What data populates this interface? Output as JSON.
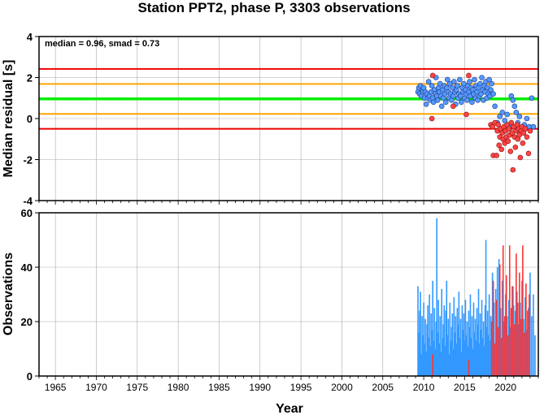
{
  "title": "Station PPT2, phase P, 3303 observations",
  "xlabel": "Year",
  "x_ticks": [
    1965,
    1970,
    1975,
    1980,
    1985,
    1990,
    1995,
    2000,
    2005,
    2010,
    2015,
    2020
  ],
  "colors": {
    "median": "#00ee00",
    "smad": "#ffa500",
    "limit": "#ee0000",
    "blue": "#3399ff",
    "red": "#ff3333"
  },
  "chart_data": [
    {
      "type": "scatter",
      "ylabel": "Median residual [s]",
      "annotation": "median = 0.96, smad = 0.73",
      "xlim": [
        1963,
        2024
      ],
      "ylim": [
        -4,
        4
      ],
      "y_ticks": [
        -4,
        -2,
        0,
        2,
        4
      ],
      "grid": true,
      "hlines": {
        "median": 0.96,
        "smad_upper": 1.69,
        "smad_lower": 0.23,
        "limit_upper": 2.42,
        "limit_lower": -0.5
      },
      "blue_points": [
        [
          2009.3,
          1.3
        ],
        [
          2009.4,
          1.5
        ],
        [
          2009.5,
          1.2
        ],
        [
          2009.6,
          1.6
        ],
        [
          2009.7,
          1.1
        ],
        [
          2009.8,
          1.4
        ],
        [
          2009.9,
          1.3
        ],
        [
          2010.0,
          1.5
        ],
        [
          2010.1,
          1.0
        ],
        [
          2010.2,
          1.3
        ],
        [
          2010.3,
          0.7
        ],
        [
          2010.4,
          1.2
        ],
        [
          2010.5,
          1.0
        ],
        [
          2010.6,
          1.8
        ],
        [
          2010.7,
          1.1
        ],
        [
          2010.8,
          0.9
        ],
        [
          2010.9,
          1.3
        ],
        [
          2011.0,
          1.6
        ],
        [
          2011.1,
          1.0
        ],
        [
          2011.2,
          0.8
        ],
        [
          2011.3,
          1.4
        ],
        [
          2011.4,
          1.2
        ],
        [
          2011.5,
          2.0
        ],
        [
          2011.6,
          1.1
        ],
        [
          2011.7,
          0.9
        ],
        [
          2011.8,
          1.5
        ],
        [
          2011.9,
          1.3
        ],
        [
          2012.0,
          1.7
        ],
        [
          2012.1,
          1.1
        ],
        [
          2012.2,
          0.6
        ],
        [
          2012.3,
          1.4
        ],
        [
          2012.4,
          1.0
        ],
        [
          2012.5,
          1.6
        ],
        [
          2012.6,
          1.2
        ],
        [
          2012.7,
          0.8
        ],
        [
          2012.8,
          1.5
        ],
        [
          2012.9,
          1.9
        ],
        [
          2013.0,
          1.3
        ],
        [
          2013.1,
          1.0
        ],
        [
          2013.2,
          1.7
        ],
        [
          2013.3,
          1.2
        ],
        [
          2013.4,
          0.9
        ],
        [
          2013.5,
          1.5
        ],
        [
          2013.6,
          1.1
        ],
        [
          2013.7,
          1.8
        ],
        [
          2013.8,
          1.3
        ],
        [
          2013.9,
          0.7
        ],
        [
          2014.0,
          1.4
        ],
        [
          2014.1,
          1.6
        ],
        [
          2014.2,
          1.0
        ],
        [
          2014.3,
          1.2
        ],
        [
          2014.4,
          1.9
        ],
        [
          2014.5,
          1.1
        ],
        [
          2014.6,
          0.8
        ],
        [
          2014.7,
          1.5
        ],
        [
          2014.8,
          1.3
        ],
        [
          2014.9,
          1.7
        ],
        [
          2015.0,
          1.0
        ],
        [
          2015.1,
          1.4
        ],
        [
          2015.2,
          1.2
        ],
        [
          2015.3,
          0.9
        ],
        [
          2015.4,
          1.6
        ],
        [
          2015.5,
          1.3
        ],
        [
          2015.6,
          1.8
        ],
        [
          2015.7,
          1.1
        ],
        [
          2015.8,
          1.5
        ],
        [
          2015.9,
          0.8
        ],
        [
          2016.0,
          1.4
        ],
        [
          2016.1,
          1.2
        ],
        [
          2016.2,
          1.9
        ],
        [
          2016.3,
          1.0
        ],
        [
          2016.4,
          1.6
        ],
        [
          2016.5,
          1.3
        ],
        [
          2016.6,
          0.9
        ],
        [
          2016.7,
          1.5
        ],
        [
          2016.8,
          1.1
        ],
        [
          2016.9,
          1.7
        ],
        [
          2017.0,
          1.2
        ],
        [
          2017.1,
          2.0
        ],
        [
          2017.2,
          1.4
        ],
        [
          2017.3,
          0.9
        ],
        [
          2017.4,
          1.6
        ],
        [
          2017.5,
          1.3
        ],
        [
          2017.6,
          1.8
        ],
        [
          2017.7,
          1.0
        ],
        [
          2017.8,
          1.5
        ],
        [
          2017.9,
          1.2
        ],
        [
          2018.0,
          1.9
        ],
        [
          2018.1,
          1.1
        ],
        [
          2018.2,
          1.4
        ],
        [
          2018.3,
          1.7
        ],
        [
          2018.5,
          1.2
        ],
        [
          2018.7,
          0.6
        ],
        [
          2019.0,
          -0.2
        ],
        [
          2019.3,
          0.1
        ],
        [
          2019.6,
          0.3
        ],
        [
          2019.9,
          -0.1
        ],
        [
          2020.2,
          0.2
        ],
        [
          2020.5,
          -0.4
        ],
        [
          2020.7,
          1.1
        ],
        [
          2020.9,
          0.9
        ],
        [
          2021.1,
          0.6
        ],
        [
          2021.3,
          0.3
        ],
        [
          2021.5,
          -0.2
        ],
        [
          2021.7,
          0.1
        ],
        [
          2022.0,
          -0.5
        ],
        [
          2022.3,
          -0.3
        ],
        [
          2022.6,
          0.0
        ],
        [
          2022.9,
          -0.4
        ],
        [
          2023.2,
          1.0
        ],
        [
          2023.4,
          -0.4
        ]
      ],
      "red_points": [
        [
          2011.0,
          0.0
        ],
        [
          2011.1,
          2.1
        ],
        [
          2013.6,
          0.6
        ],
        [
          2015.2,
          0.2
        ],
        [
          2015.5,
          2.1
        ],
        [
          2018.2,
          -0.3
        ],
        [
          2018.4,
          -0.4
        ],
        [
          2018.5,
          -1.8
        ],
        [
          2018.7,
          -0.2
        ],
        [
          2018.9,
          -1.8
        ],
        [
          2019.0,
          -0.6
        ],
        [
          2019.1,
          -0.3
        ],
        [
          2019.2,
          -1.3
        ],
        [
          2019.3,
          -0.9
        ],
        [
          2019.4,
          -0.5
        ],
        [
          2019.5,
          -1.5
        ],
        [
          2019.6,
          -0.7
        ],
        [
          2019.7,
          -1.0
        ],
        [
          2019.8,
          -0.4
        ],
        [
          2019.9,
          -1.2
        ],
        [
          2020.0,
          -0.6
        ],
        [
          2020.1,
          -0.9
        ],
        [
          2020.2,
          -0.3
        ],
        [
          2020.3,
          -1.1
        ],
        [
          2020.4,
          -0.5
        ],
        [
          2020.5,
          -0.8
        ],
        [
          2020.6,
          -1.6
        ],
        [
          2020.7,
          -0.2
        ],
        [
          2020.8,
          -0.7
        ],
        [
          2020.9,
          -2.5
        ],
        [
          2021.0,
          -0.4
        ],
        [
          2021.1,
          -0.9
        ],
        [
          2021.2,
          -1.4
        ],
        [
          2021.3,
          -0.6
        ],
        [
          2021.4,
          -0.3
        ],
        [
          2021.5,
          -1.0
        ],
        [
          2021.6,
          -0.5
        ],
        [
          2021.7,
          -0.8
        ],
        [
          2021.8,
          -1.9
        ],
        [
          2021.9,
          -0.6
        ],
        [
          2022.0,
          -0.4
        ],
        [
          2022.1,
          -1.2
        ],
        [
          2022.2,
          -0.7
        ],
        [
          2022.4,
          -0.5
        ],
        [
          2022.6,
          -0.9
        ],
        [
          2022.8,
          -1.7
        ],
        [
          2023.0,
          -0.6
        ]
      ]
    },
    {
      "type": "bar",
      "ylabel": "Observations",
      "xlim": [
        1963,
        2024
      ],
      "ylim": [
        0,
        60
      ],
      "y_ticks": [
        0,
        20,
        40,
        60
      ],
      "grid": true,
      "blue_bars": [
        [
          2009.3,
          33
        ],
        [
          2009.4,
          16
        ],
        [
          2009.5,
          24
        ],
        [
          2009.6,
          31
        ],
        [
          2009.7,
          8
        ],
        [
          2009.8,
          22
        ],
        [
          2009.9,
          15
        ],
        [
          2010.0,
          27
        ],
        [
          2010.1,
          12
        ],
        [
          2010.2,
          21
        ],
        [
          2010.3,
          9
        ],
        [
          2010.4,
          19
        ],
        [
          2010.5,
          26
        ],
        [
          2010.6,
          14
        ],
        [
          2010.7,
          30
        ],
        [
          2010.8,
          11
        ],
        [
          2010.9,
          23
        ],
        [
          2011.0,
          17
        ],
        [
          2011.1,
          35
        ],
        [
          2011.2,
          13
        ],
        [
          2011.3,
          25
        ],
        [
          2011.4,
          10
        ],
        [
          2011.5,
          20
        ],
        [
          2011.6,
          58
        ],
        [
          2011.7,
          16
        ],
        [
          2011.8,
          28
        ],
        [
          2011.9,
          12
        ],
        [
          2012.0,
          22
        ],
        [
          2012.1,
          9
        ],
        [
          2012.2,
          32
        ],
        [
          2012.3,
          14
        ],
        [
          2012.4,
          19
        ],
        [
          2012.5,
          26
        ],
        [
          2012.6,
          11
        ],
        [
          2012.7,
          24
        ],
        [
          2012.8,
          35
        ],
        [
          2012.9,
          15
        ],
        [
          2013.0,
          21
        ],
        [
          2013.1,
          8
        ],
        [
          2013.2,
          27
        ],
        [
          2013.3,
          13
        ],
        [
          2013.4,
          18
        ],
        [
          2013.5,
          23
        ],
        [
          2013.6,
          10
        ],
        [
          2013.7,
          29
        ],
        [
          2013.8,
          16
        ],
        [
          2013.9,
          22
        ],
        [
          2014.0,
          12
        ],
        [
          2014.1,
          25
        ],
        [
          2014.2,
          19
        ],
        [
          2014.3,
          31
        ],
        [
          2014.4,
          14
        ],
        [
          2014.5,
          21
        ],
        [
          2014.6,
          9
        ],
        [
          2014.7,
          26
        ],
        [
          2014.8,
          17
        ],
        [
          2014.9,
          23
        ],
        [
          2015.0,
          13
        ],
        [
          2015.1,
          28
        ],
        [
          2015.2,
          15
        ],
        [
          2015.3,
          20
        ],
        [
          2015.4,
          11
        ],
        [
          2015.5,
          24
        ],
        [
          2015.6,
          18
        ],
        [
          2015.7,
          30
        ],
        [
          2015.8,
          14
        ],
        [
          2015.9,
          22
        ],
        [
          2016.0,
          10
        ],
        [
          2016.1,
          27
        ],
        [
          2016.2,
          16
        ],
        [
          2016.3,
          21
        ],
        [
          2016.4,
          13
        ],
        [
          2016.5,
          25
        ],
        [
          2016.6,
          19
        ],
        [
          2016.7,
          32
        ],
        [
          2016.8,
          12
        ],
        [
          2016.9,
          23
        ],
        [
          2017.0,
          17
        ],
        [
          2017.1,
          28
        ],
        [
          2017.2,
          14
        ],
        [
          2017.3,
          20
        ],
        [
          2017.4,
          11
        ],
        [
          2017.5,
          26
        ],
        [
          2017.6,
          50
        ],
        [
          2017.7,
          18
        ],
        [
          2017.8,
          24
        ],
        [
          2017.9,
          15
        ],
        [
          2018.0,
          30
        ],
        [
          2018.1,
          13
        ],
        [
          2018.2,
          22
        ],
        [
          2018.4,
          38
        ],
        [
          2018.6,
          27
        ],
        [
          2018.8,
          32
        ],
        [
          2019.0,
          40
        ],
        [
          2019.2,
          43
        ],
        [
          2019.4,
          25
        ],
        [
          2019.6,
          35
        ],
        [
          2019.8,
          20
        ],
        [
          2020.0,
          30
        ],
        [
          2020.2,
          22
        ],
        [
          2020.4,
          28
        ],
        [
          2020.6,
          18
        ],
        [
          2020.8,
          33
        ],
        [
          2021.0,
          26
        ],
        [
          2021.2,
          24
        ],
        [
          2021.4,
          31
        ],
        [
          2021.6,
          19
        ],
        [
          2021.8,
          27
        ],
        [
          2022.0,
          35
        ],
        [
          2022.2,
          21
        ],
        [
          2022.4,
          29
        ],
        [
          2022.6,
          17
        ],
        [
          2022.8,
          25
        ],
        [
          2023.0,
          38
        ],
        [
          2023.2,
          22
        ],
        [
          2023.4,
          30
        ],
        [
          2023.6,
          15
        ]
      ],
      "red_bars": [
        [
          2011.1,
          8
        ],
        [
          2015.5,
          6
        ],
        [
          2018.3,
          20
        ],
        [
          2018.5,
          35
        ],
        [
          2018.7,
          12
        ],
        [
          2018.9,
          28
        ],
        [
          2019.1,
          18
        ],
        [
          2019.3,
          41
        ],
        [
          2019.5,
          14
        ],
        [
          2019.7,
          48
        ],
        [
          2019.9,
          22
        ],
        [
          2020.1,
          37
        ],
        [
          2020.3,
          15
        ],
        [
          2020.5,
          48
        ],
        [
          2020.7,
          25
        ],
        [
          2020.9,
          33
        ],
        [
          2021.1,
          19
        ],
        [
          2021.3,
          45
        ],
        [
          2021.5,
          27
        ],
        [
          2021.7,
          38
        ],
        [
          2021.9,
          21
        ],
        [
          2022.1,
          48
        ],
        [
          2022.3,
          16
        ],
        [
          2022.5,
          34
        ],
        [
          2022.7,
          24
        ],
        [
          2022.9,
          30
        ]
      ]
    }
  ]
}
